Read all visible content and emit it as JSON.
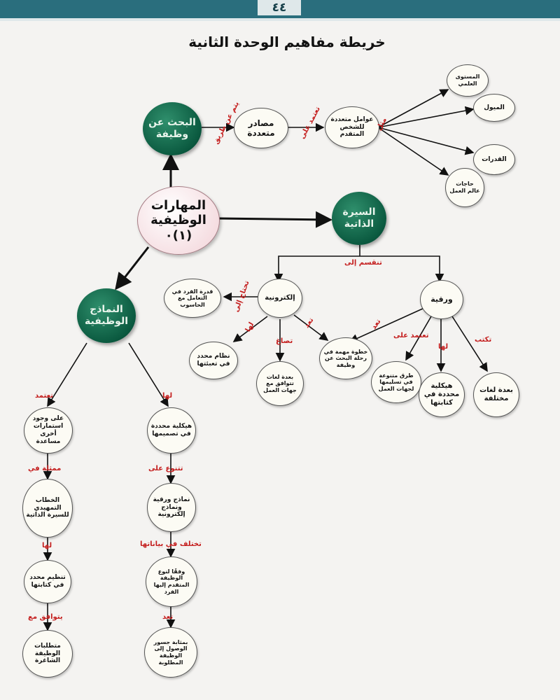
{
  "page_number": "٤٤",
  "title": "خريطة مفاهيم الوحدة الثانية",
  "colors": {
    "link_label": "#c41e1e",
    "header": "#2a6e7d",
    "node_green": "#0b5a40",
    "node_center": "#f5dde1"
  },
  "nodes": {
    "center": "المهارات الوظيفية (١)٠",
    "job_search": "البحث عن وظيفة",
    "multiple_sources": "مصادر متعددة",
    "multiple_factors": "عوامل متعددة للشخص المتقدم",
    "academic_level": "المستوى العلمي",
    "interests": "الميول",
    "abilities": "القدرات",
    "labor_needs": "حاجات عالم العمل",
    "cv": "السيرة الذاتية",
    "electronic": "إلكترونية",
    "paper": "ورقية",
    "computer_ability": "قدرة الفرد في التعامل مع الحاسوب",
    "fill_system": "نظام محدد في تعبئتها",
    "multilang_employers": "بعدة لغات تتوافق مع جهات العمل",
    "important_step": "خطوة مهمة في رحلة البحث عن وظيفة",
    "delivery_ways": "طرق متنوعة في تسليمها لجهات العمل",
    "writing_structure": "هيكلية محددة في كتابتها",
    "multi_languages": "بعدة لغات مختلفة",
    "job_forms": "النماذج الوظيفية",
    "other_forms": "على وجود استمارات أخرى مساعدة",
    "cover_letter": "الخطاب التمهيدي للسيرة الذاتية",
    "writing_org": "تنظيم محدد في كتابتها",
    "vacancy_req": "متطلبات الوظيفة الشاغرة",
    "design_structure": "هيكلية محددة في تصميمها",
    "paper_electronic_forms": "نماذج ورقية ونماذج إلكترونية",
    "by_job_type": "وفقًا لنوع الوظيفة المتقدم إليها الفرد",
    "bridge": "بمثابة جسور الوصول إلى الوظيفة المطلوبة"
  },
  "links": {
    "via": "يتم عن طريق",
    "depends_on": "تعتمد على",
    "such_as": "مثل",
    "divided_into": "تنقسم إلى",
    "needs": "تحتاج إلى",
    "has": "لها",
    "formulated": "تصاغ",
    "is": "تعد",
    "is2": "تعد",
    "depends_on2": "تعتمد على",
    "has2": "لها",
    "written": "تكتب",
    "relies": "تعتمد",
    "represented_in": "ممثلة في",
    "has3": "لها",
    "compatible_with": "يتوافق مع",
    "has4": "لها",
    "varies_on": "تتنوع على",
    "data_differs": "تختلف في بياناتها",
    "is3": "تعد"
  }
}
